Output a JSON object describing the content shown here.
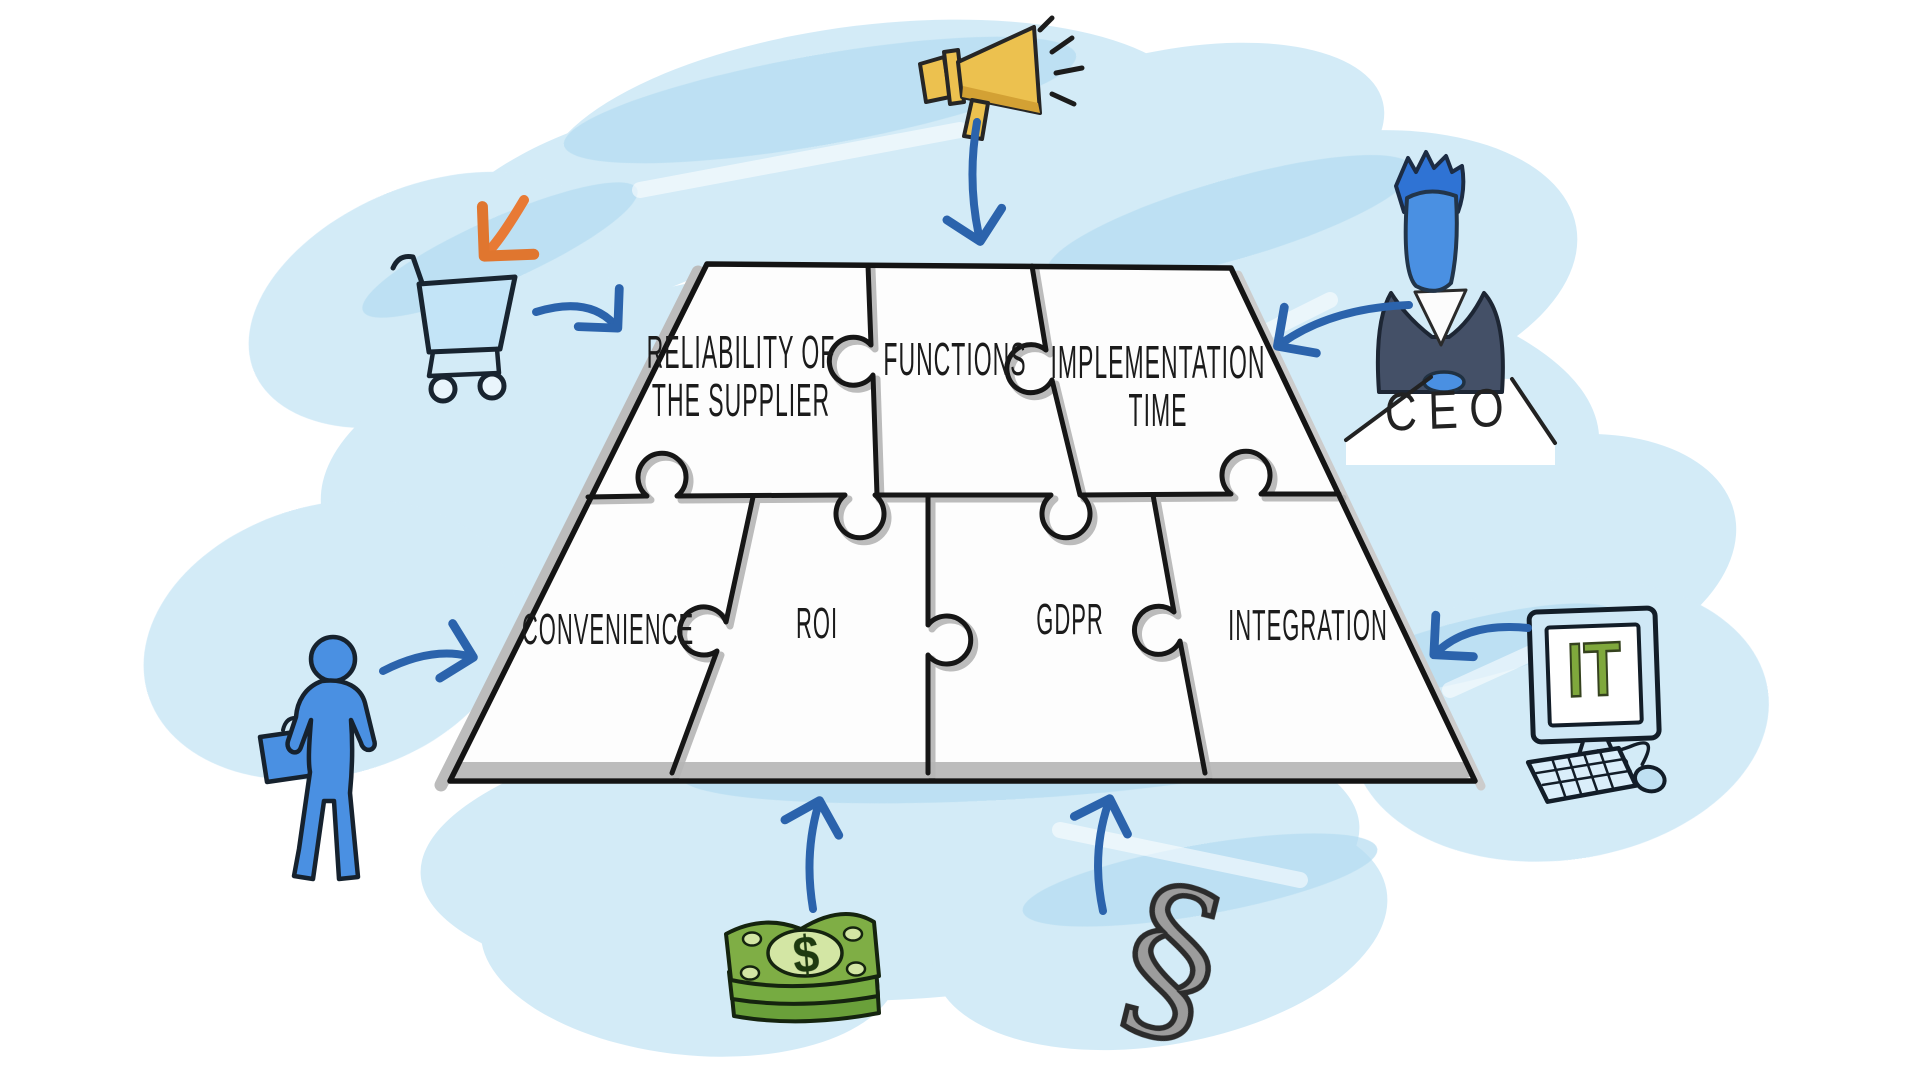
{
  "puzzle": {
    "pieces": {
      "reliability": {
        "line1": "RELIABILITY OF",
        "line2": "THE SUPPLIER"
      },
      "functions": {
        "label": "FUNCTIONS"
      },
      "implementation": {
        "line1": "IMPLEMENTATION",
        "line2": "TIME"
      },
      "convenience": {
        "label": "CONVENIENCE"
      },
      "roi": {
        "label": "ROI"
      },
      "gdpr": {
        "label": "GDPR"
      },
      "integration": {
        "label": "INTEGRATION"
      }
    }
  },
  "annotations": {
    "ceo_desk": "CEO",
    "it_screen": "IT",
    "money_symbol": "$",
    "legal_symbol": "§"
  },
  "icons": {
    "top": "megaphone-icon",
    "top_left": "shopping-cart-icon",
    "top_right": "ceo-person-icon",
    "left": "person-briefcase-icon",
    "right": "it-computer-icon",
    "bottom_left": "dollar-bills-icon",
    "bottom_right": "section-sign-icon"
  },
  "colors": {
    "arrow_blue": "#2b63ac",
    "accent_orange": "#e87a35",
    "megaphone_yellow": "#ecc14f",
    "money_green": "#7fae45",
    "figure_blue": "#4a90e2",
    "wash_blue": "#cfe9f7",
    "outline_black": "#1a1a1a",
    "shadow_gray": "#b5b5b5"
  }
}
